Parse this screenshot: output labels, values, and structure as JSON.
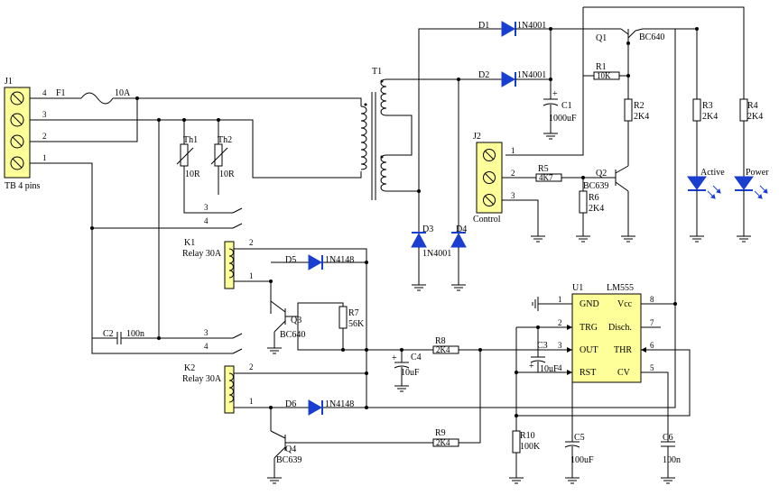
{
  "connectors": {
    "j1": {
      "ref": "J1",
      "name": "TB 4 pins",
      "pins": [
        "4",
        "3",
        "2",
        "1"
      ]
    },
    "j2": {
      "ref": "J2",
      "name": "Control",
      "pins": [
        "1",
        "2",
        "3"
      ]
    }
  },
  "fuse": {
    "ref": "F1",
    "value": "10A"
  },
  "transformer": {
    "ref": "T1"
  },
  "thermistors": [
    {
      "ref": "Th1",
      "value": "10R"
    },
    {
      "ref": "Th2",
      "value": "10R"
    }
  ],
  "relays": [
    {
      "ref": "K1",
      "value": "Relay 30A",
      "pins": [
        "2",
        "1",
        "3",
        "4"
      ]
    },
    {
      "ref": "K2",
      "value": "Relay 30A",
      "pins": [
        "2",
        "1",
        "3",
        "4"
      ]
    }
  ],
  "diodes": [
    {
      "ref": "D1",
      "value": "1N4001"
    },
    {
      "ref": "D2",
      "value": "1N4001"
    },
    {
      "ref": "D3",
      "value": "1N4001"
    },
    {
      "ref": "D4",
      "value": ""
    },
    {
      "ref": "D5",
      "value": "1N4148"
    },
    {
      "ref": "D6",
      "value": "1N4148"
    }
  ],
  "transistors": [
    {
      "ref": "Q1",
      "value": "BC640"
    },
    {
      "ref": "Q2",
      "value": "BC639"
    },
    {
      "ref": "Q3",
      "value": "BC640"
    },
    {
      "ref": "Q4",
      "value": "BC639"
    }
  ],
  "resistors": [
    {
      "ref": "R1",
      "value": "10K"
    },
    {
      "ref": "R2",
      "value": "2K4"
    },
    {
      "ref": "R3",
      "value": "2K4"
    },
    {
      "ref": "R4",
      "value": "2K4"
    },
    {
      "ref": "R5",
      "value": "4K7"
    },
    {
      "ref": "R6",
      "value": "2K4"
    },
    {
      "ref": "R7",
      "value": "56K"
    },
    {
      "ref": "R8",
      "value": "2K4"
    },
    {
      "ref": "R9",
      "value": "2K4"
    },
    {
      "ref": "R10",
      "value": "100K"
    }
  ],
  "capacitors": [
    {
      "ref": "C1",
      "value": "1000uF"
    },
    {
      "ref": "C2",
      "value": "100n"
    },
    {
      "ref": "C3",
      "value": "10uF"
    },
    {
      "ref": "C4",
      "value": "10uF"
    },
    {
      "ref": "C5",
      "value": "100uF"
    },
    {
      "ref": "C6",
      "value": "100n"
    }
  ],
  "leds": [
    {
      "name": "Active"
    },
    {
      "name": "Power"
    }
  ],
  "ic": {
    "ref": "U1",
    "value": "LM555",
    "pins": [
      {
        "num": "1",
        "name": "GND"
      },
      {
        "num": "2",
        "name": "TRG"
      },
      {
        "num": "3",
        "name": "OUT"
      },
      {
        "num": "4",
        "name": "RST"
      },
      {
        "num": "8",
        "name": "Vcc"
      },
      {
        "num": "7",
        "name": "Disch."
      },
      {
        "num": "6",
        "name": "THR"
      },
      {
        "num": "5",
        "name": "CV"
      }
    ]
  },
  "j2_pin_labels": [
    "1",
    "2",
    "3"
  ],
  "polarity_plus": "+"
}
